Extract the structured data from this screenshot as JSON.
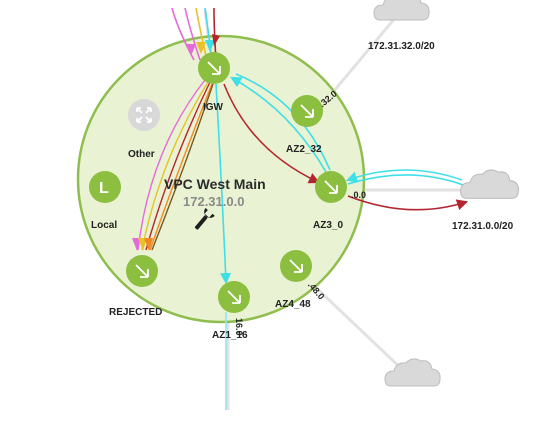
{
  "vpc": {
    "name": "VPC West Main",
    "cidr": "172.31.0.0"
  },
  "nodes": {
    "igw": "IGW",
    "other": "Other",
    "local": "Local",
    "rejected": "REJECTED",
    "az2": "AZ2_32",
    "az3": "AZ3_0",
    "az4": "AZ4_48",
    "az1": "AZ1_16"
  },
  "external": {
    "cidr_top": "172.31.32.0/20",
    "cidr_right": "172.31.0.0/20"
  },
  "edge_labels": {
    "az2_edge": ".32.0",
    "az3_edge": ".0.0",
    "az4_edge": ".48.0",
    "az1_edge": "16.0"
  },
  "colors": {
    "vpc_fill": "#e9f2d2",
    "vpc_stroke": "#8fbd4e",
    "node": "#8cbe3f",
    "flow_red": "#b3262f",
    "flow_cyan": "#3fdfe8",
    "flow_magenta": "#e76ad9",
    "flow_yellow": "#e8c228",
    "flow_orange": "#f08a24"
  },
  "icons": {
    "node": "router-icon",
    "other": "network-hub-icon",
    "local": "local-l-icon",
    "tool": "wrench-icon",
    "cloud": "cloud-icon"
  }
}
